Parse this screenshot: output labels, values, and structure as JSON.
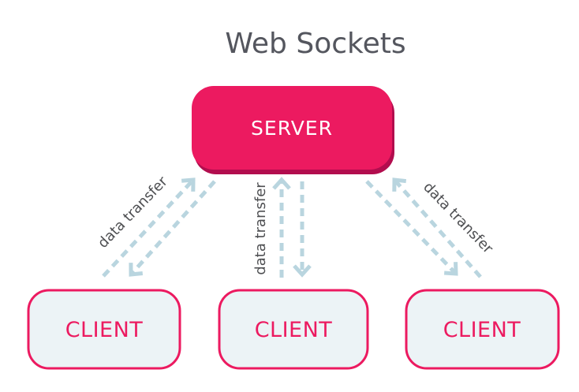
{
  "title": "Web Sockets",
  "colors": {
    "accent": "#ec1a60",
    "accent_shadow": "#b20d4e",
    "client_fill": "#ecf3f6",
    "arrow": "#b9d5df",
    "title_text": "#54565e",
    "label_text": "#4e4f52",
    "server_text": "#ffffff"
  },
  "nodes": {
    "server": {
      "label": "SERVER"
    },
    "clients": [
      {
        "label": "CLIENT"
      },
      {
        "label": "CLIENT"
      },
      {
        "label": "CLIENT"
      }
    ]
  },
  "links": [
    {
      "label": "data transfer",
      "from": "client-1",
      "to": "server",
      "bidirectional": true
    },
    {
      "label": "data transfer",
      "from": "client-2",
      "to": "server",
      "bidirectional": true
    },
    {
      "label": "data transfer",
      "from": "client-3",
      "to": "server",
      "bidirectional": true
    }
  ]
}
